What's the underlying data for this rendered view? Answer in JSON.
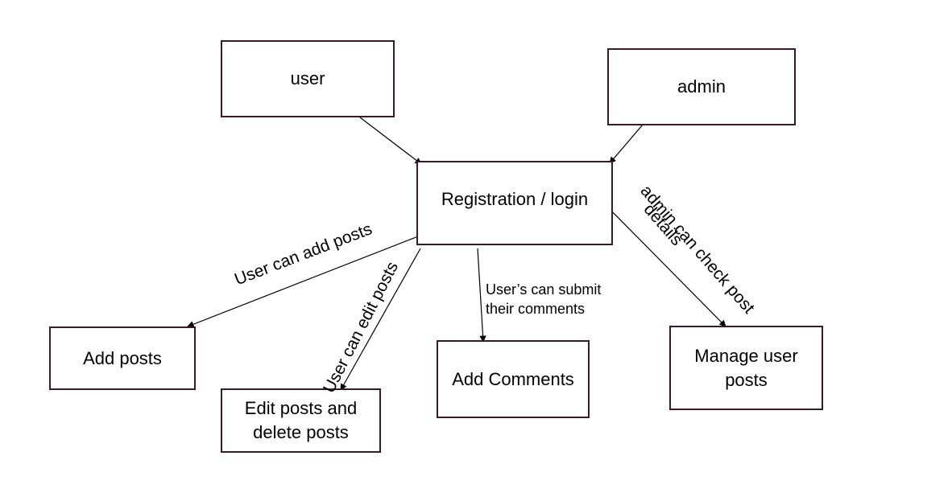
{
  "nodes": {
    "user": "user",
    "admin": "admin",
    "registration": "Registration / login",
    "add_posts": "Add posts",
    "edit_posts": "Edit posts and\ndelete posts",
    "add_comments": "Add Comments",
    "manage_posts": "Manage user\nposts"
  },
  "edges": {
    "add_posts": "User can add posts",
    "edit_posts": "User can edit posts",
    "comments": "User’s can submit\ntheir comments",
    "admin_check_line1": "admin can check post",
    "admin_check_line2": "details"
  }
}
